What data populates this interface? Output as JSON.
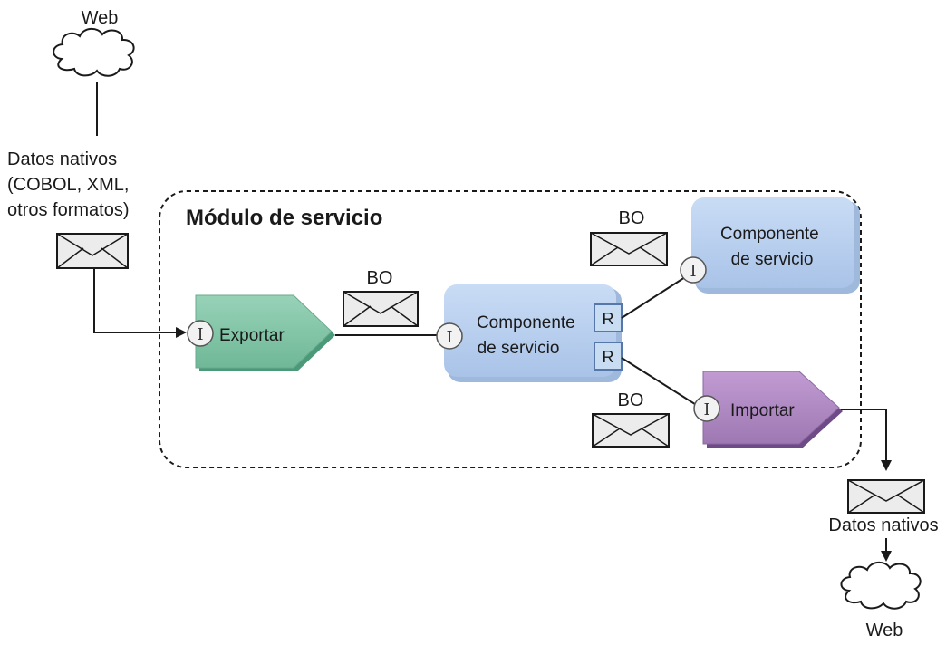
{
  "diagram": {
    "web_top": "Web",
    "native_in": [
      "Datos nativos",
      "(COBOL, XML,",
      "otros formatos)"
    ],
    "module_title": "Módulo de servicio",
    "export_label": "Exportar",
    "bo_label_1": "BO",
    "bo_label_2": "BO",
    "bo_label_3": "BO",
    "component_center": [
      "Componente",
      "de servicio"
    ],
    "component_top": [
      "Componente",
      "de servicio"
    ],
    "import_label": "Importar",
    "native_out": "Datos nativos",
    "web_bottom": "Web",
    "interface_symbol": "I",
    "reference_symbol": "R"
  },
  "colors": {
    "export_fill": "#7fc4a6",
    "import_fill": "#b08ac2",
    "component_fill": "#b7cdec",
    "dash_border": "#1a1a1a"
  }
}
